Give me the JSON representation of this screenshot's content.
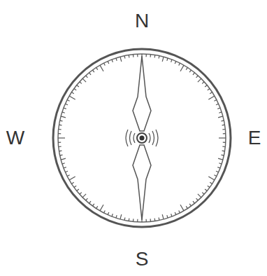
{
  "diagram": {
    "labels": [
      "N",
      "W",
      "E",
      "S"
    ]
  }
}
